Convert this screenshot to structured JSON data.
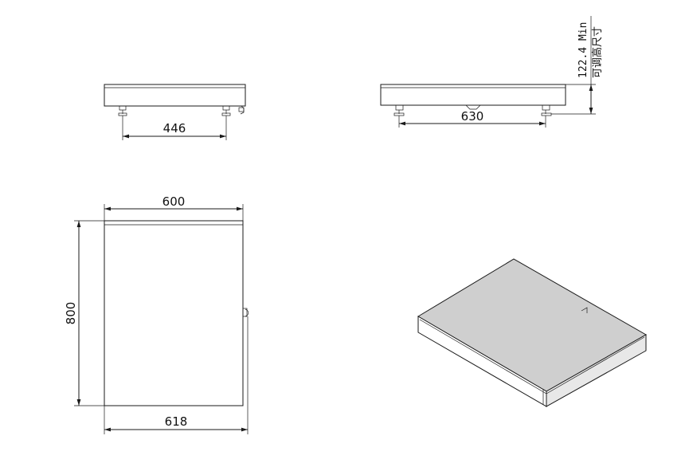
{
  "dimensions": {
    "side_view_width": "446",
    "front_view_width": "630",
    "top_width": "600",
    "top_depth": "800",
    "overall_width": "618",
    "height_note": "122.4 Min",
    "height_note_cn": "可调高尺寸"
  },
  "colors": {
    "line": "#1a1a1a",
    "platform_top": "#cfcfcf",
    "platform_side": "#e8e8e8"
  }
}
